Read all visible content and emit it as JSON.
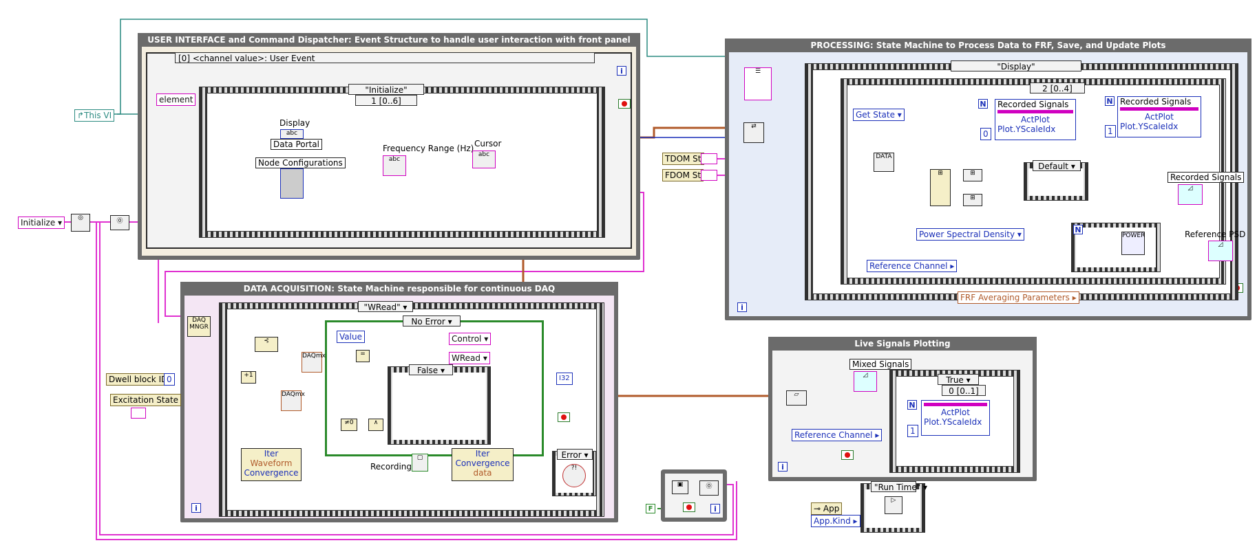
{
  "ui_section": {
    "title": "USER INTERFACE and Command Dispatcher: Event Structure to handle user interaction with front panel",
    "event_selector": "[0] <channel value>: User Event",
    "case_selector": "\"Initialize\"",
    "case_range": "1 [0..6]",
    "element_label": "element",
    "display_label": "Display",
    "data_portal_label": "Data Portal",
    "node_config_label": "Node Configurations",
    "freq_range_label": "Frequency Range (Hz)",
    "cursor_label": "Cursor",
    "iter_icon": "i"
  },
  "this_vi": "This VI",
  "initialize_const": "Initialize",
  "processing_section": {
    "title": "PROCESSING: State Machine to Process Data to FRF, Save, and Update Plots",
    "case_selector": "\"Display\"",
    "case_range": "2 [0..4]",
    "get_state": "Get State",
    "recorded_signals_1": "Recorded Signals",
    "actplot_1": "ActPlot",
    "yscale_1": "Plot.YScaleIdx",
    "n_1": "N",
    "zero_const": "0",
    "recorded_signals_2": "Recorded Signals",
    "actplot_2": "ActPlot",
    "yscale_2": "Plot.YScaleIdx",
    "n_2": "N",
    "one_const": "1",
    "tdom": "TDOM St",
    "fdom": "FDOM St",
    "default_case": "Default",
    "recorded_signals_ind": "Recorded Signals",
    "psd_ring": "Power Spectral Density",
    "ref_channel": "Reference Channel",
    "ref_psd": "Reference PSD",
    "frf_avg": "FRF Averaging Parameters",
    "n_3": "N",
    "power_icon": "POWER",
    "data_icon": "DATA",
    "iter_icon": "i"
  },
  "daq_section": {
    "title": "DATA ACQUISITION: State Machine responsible for continuous DAQ",
    "case_selector": "\"WRead\"",
    "error_case": "No Error",
    "dwell_label": "Dwell block ID",
    "dwell_value": "0",
    "excitation_label": "Excitation State",
    "value_label": "Value",
    "control_label": "Control",
    "wread_label": "WRead",
    "false_case": "False",
    "iter_left": "Iter",
    "waveform_left": "Waveform",
    "convergence_left": "Convergence",
    "recording_label": "Recording",
    "iter_right": "Iter",
    "convergence_right": "Convergence",
    "data_right": "data",
    "error_selector": "Error",
    "daq_mngr": "DAQ MNGR",
    "daqmx": "DAQmx",
    "i32": "I32",
    "iter_icon": "i"
  },
  "live_section": {
    "title": "Live Signals Plotting",
    "mixed_signals": "Mixed Signals",
    "true_case": "True",
    "case_range": "0 [0..1]",
    "ref_channel": "Reference Channel",
    "actplot": "ActPlot",
    "yscale": "Plot.YScaleIdx",
    "n": "N",
    "one_const": "1",
    "iter_icon": "i"
  },
  "bottom": {
    "false_const": "F",
    "app_label": "App",
    "app_kind": "App.Kind",
    "run_time": "\"Run Time\"",
    "iter_icon": "i"
  },
  "colors": {
    "frame_gray": "#6b6b6b",
    "wire_pink": "#e030d0",
    "wire_blue": "#1a2fb8",
    "wire_brown": "#b05a2a",
    "wire_green": "#2a8a2a",
    "wire_teal": "#2a8a80"
  }
}
